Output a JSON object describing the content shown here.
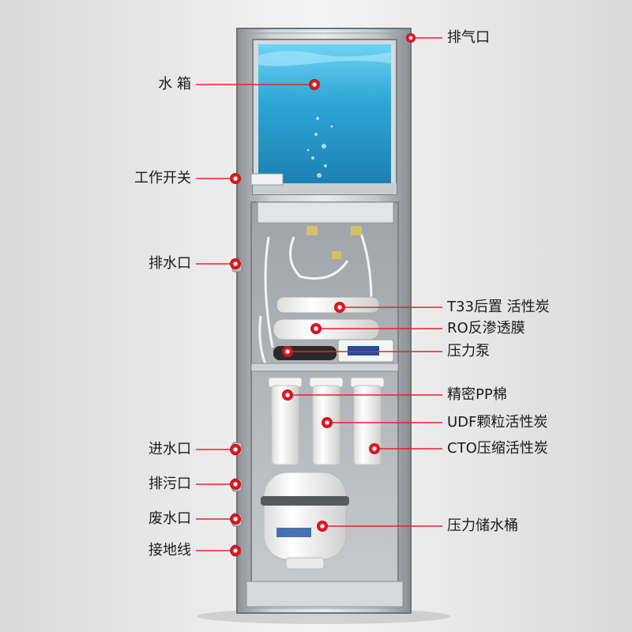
{
  "labels": {
    "exhaust_port": "排气口",
    "water_tank": "水 箱",
    "work_switch": "工作开关",
    "drain_outlet": "排水口",
    "t33_carbon": "T33后置 活性炭",
    "ro_membrane": "RO反渗透膜",
    "pressure_pump": "压力泵",
    "pp_cotton": "精密PP棉",
    "udf_carbon": "UDF颗粒活性炭",
    "cto_carbon": "CTO压缩活性炭",
    "water_inlet": "进水口",
    "sewage_outlet": "排污口",
    "waste_outlet": "废水口",
    "pressure_tank": "压力储水桶",
    "ground_wire": "接地线"
  },
  "colors": {
    "background": "#e3e3e3",
    "leader_line": "#e8212c",
    "water": "#3fb3e0",
    "cabinet": "#b8bcc0"
  }
}
